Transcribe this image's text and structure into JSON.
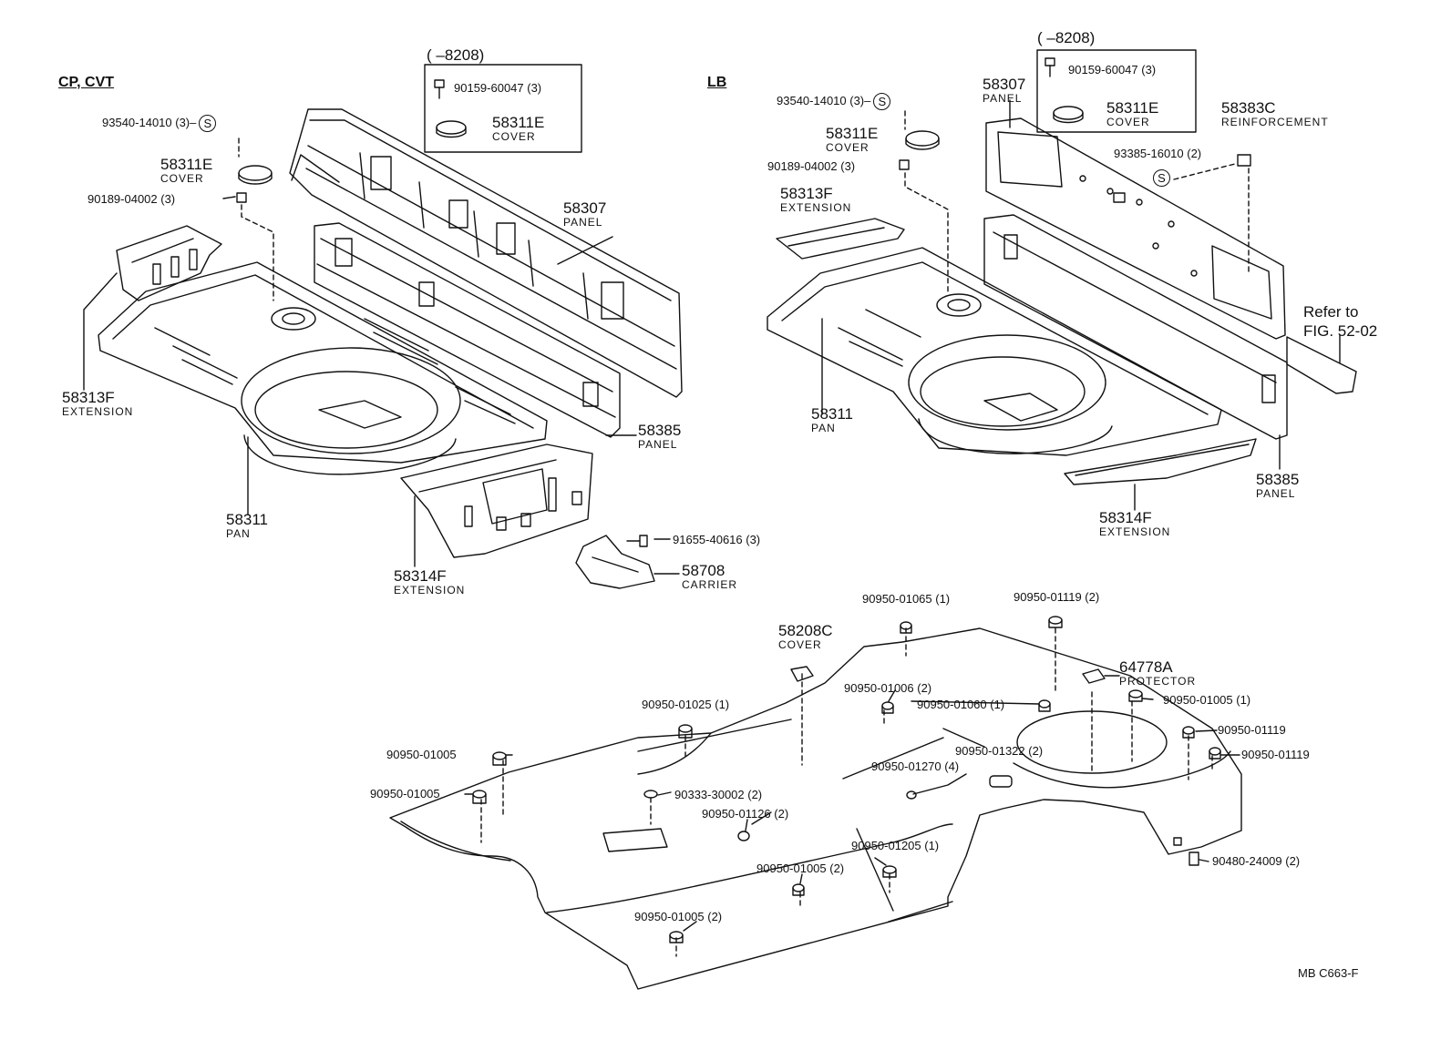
{
  "left": {
    "variant": "CP, CVT",
    "range": "(        –8208)",
    "box": {
      "bolt": "90159-60047 (3)",
      "cover_pn": "58311E",
      "cover_name": "COVER"
    },
    "parts": {
      "screw_kit": "93540-14010 (3)",
      "cover_pn": "58311E",
      "cover_name": "COVER",
      "nut": "90189-04002 (3)",
      "panel_pn": "58307",
      "panel_name": "PANEL",
      "ext1_pn": "58313F",
      "ext1_name": "EXTENSION",
      "panel2_pn": "58385",
      "panel2_name": "PANEL",
      "pan_pn": "58311",
      "pan_name": "PAN",
      "ext2_pn": "58314F",
      "ext2_name": "EXTENSION",
      "bolt2": "91655-40616 (3)",
      "carrier_pn": "58708",
      "carrier_name": "CARRIER"
    }
  },
  "right": {
    "variant": "LB",
    "range": "(        –8208)",
    "box": {
      "bolt": "90159-60047 (3)",
      "cover_pn": "58311E",
      "cover_name": "COVER"
    },
    "parts": {
      "screw_kit": "93540-14010 (3)",
      "panel_pn": "58307",
      "panel_name": "PANEL",
      "cover_pn": "58311E",
      "cover_name": "COVER",
      "nut": "90189-04002 (3)",
      "reinf_pn": "58383C",
      "reinf_name": "REINFORCEMENT",
      "screw2": "93385-16010 (2)",
      "ext1_pn": "58313F",
      "ext1_name": "EXTENSION",
      "refer": "Refer to",
      "fig": "FIG. 52-02",
      "pan_pn": "58311",
      "pan_name": "PAN",
      "panel2_pn": "58385",
      "panel2_name": "PANEL",
      "ext2_pn": "58314F",
      "ext2_name": "EXTENSION"
    }
  },
  "floor": {
    "cover_pn": "58208C",
    "cover_name": "COVER",
    "protector_pn": "64778A",
    "protector_name": "PROTECTOR",
    "p01": "90950-01065 (1)",
    "p02": "90950-01119 (2)",
    "p03": "90950-01006 (2)",
    "p04": "90950-01060 (1)",
    "p05": "90950-01005 (1)",
    "p06": "90950-01025 (1)",
    "p07": "90950-01119",
    "p08": "90950-01119",
    "p09": "90950-01005",
    "p10": "90950-01322 (2)",
    "p11": "90950-01270 (4)",
    "p12": "90950-01005",
    "p13": "90333-30002 (2)",
    "p14": "90950-01126 (2)",
    "p15": "90950-01205 (1)",
    "p16": "90950-01005 (2)",
    "p17": "90480-24009 (2)",
    "p18": "90950-01005 (2)"
  },
  "symbol": "S",
  "footer": "MB  C663-F"
}
